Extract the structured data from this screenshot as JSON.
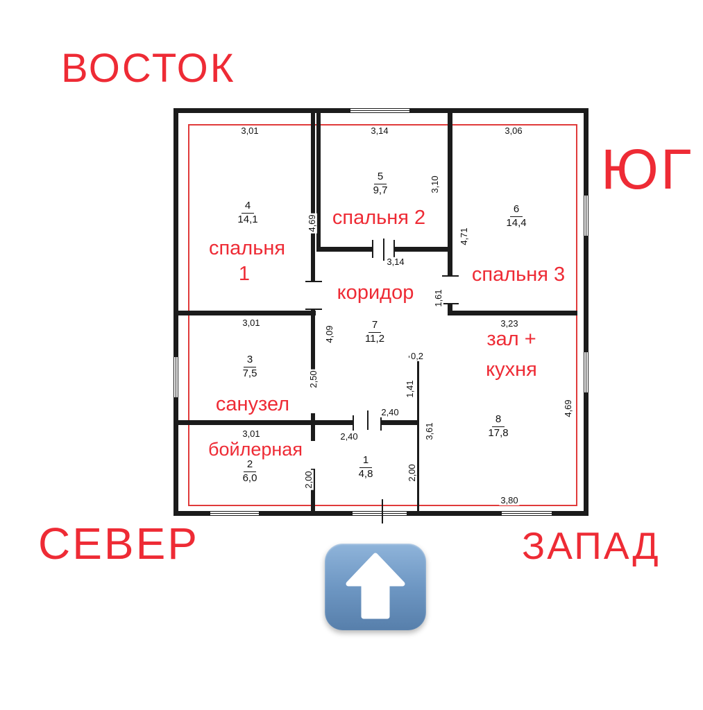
{
  "directions": {
    "east": "ВОСТОК",
    "south": "ЮГ",
    "north": "СЕВЕР",
    "west": "ЗАПАД"
  },
  "rooms": {
    "bedroom1": {
      "number": "4",
      "area": "14,1",
      "label1": "спальня",
      "label2": "1"
    },
    "bedroom2": {
      "number": "5",
      "area": "9,7",
      "label": "спальня 2"
    },
    "bedroom3": {
      "number": "6",
      "area": "14,4",
      "label": "спальня 3"
    },
    "corridor": {
      "number": "7",
      "area": "11,2",
      "label": "коридор"
    },
    "bathroom": {
      "number": "3",
      "area": "7,5",
      "label": "санузел"
    },
    "boiler": {
      "number": "2",
      "area": "6,0",
      "label": "бойлерная"
    },
    "hall_kitchen": {
      "number": "8",
      "area": "17,8",
      "label1": "зал +",
      "label2": "кухня"
    },
    "entry": {
      "number": "1",
      "area": "4,8"
    }
  },
  "dimensions": {
    "bedroom1_width": "3,01",
    "bedroom2_width": "3,14",
    "bedroom3_width": "3,06",
    "bedroom1_height": "4,69",
    "bedroom2_height": "3,10",
    "bedroom3_height": "4,71",
    "bedroom2_bottom": "3,14",
    "corridor_upper_right": "1,61",
    "hall_top_width": "3,23",
    "bathroom_width": "3,01",
    "corridor_height": "4,09",
    "bathroom_height": "2,50",
    "wall_stub": "0,2",
    "partition_height": "1,41",
    "corridor_bottom_width": "2,40",
    "boiler_width": "3,01",
    "entry_width": "2,40",
    "hall_height_left": "3,61",
    "boiler_height": "2,00",
    "entry_height": "2,00",
    "hall_bottom_width": "3,80",
    "hall_height_right": "4,69"
  },
  "colors": {
    "label_red": "#ee2b35",
    "boundary_red": "#e03a3a",
    "wall_black": "#1b1b1b",
    "arrow_blue_top": "#8fb4da",
    "arrow_blue_bottom": "#577fab"
  },
  "icons": {
    "up_arrow": "up-arrow-in-blue-square"
  }
}
